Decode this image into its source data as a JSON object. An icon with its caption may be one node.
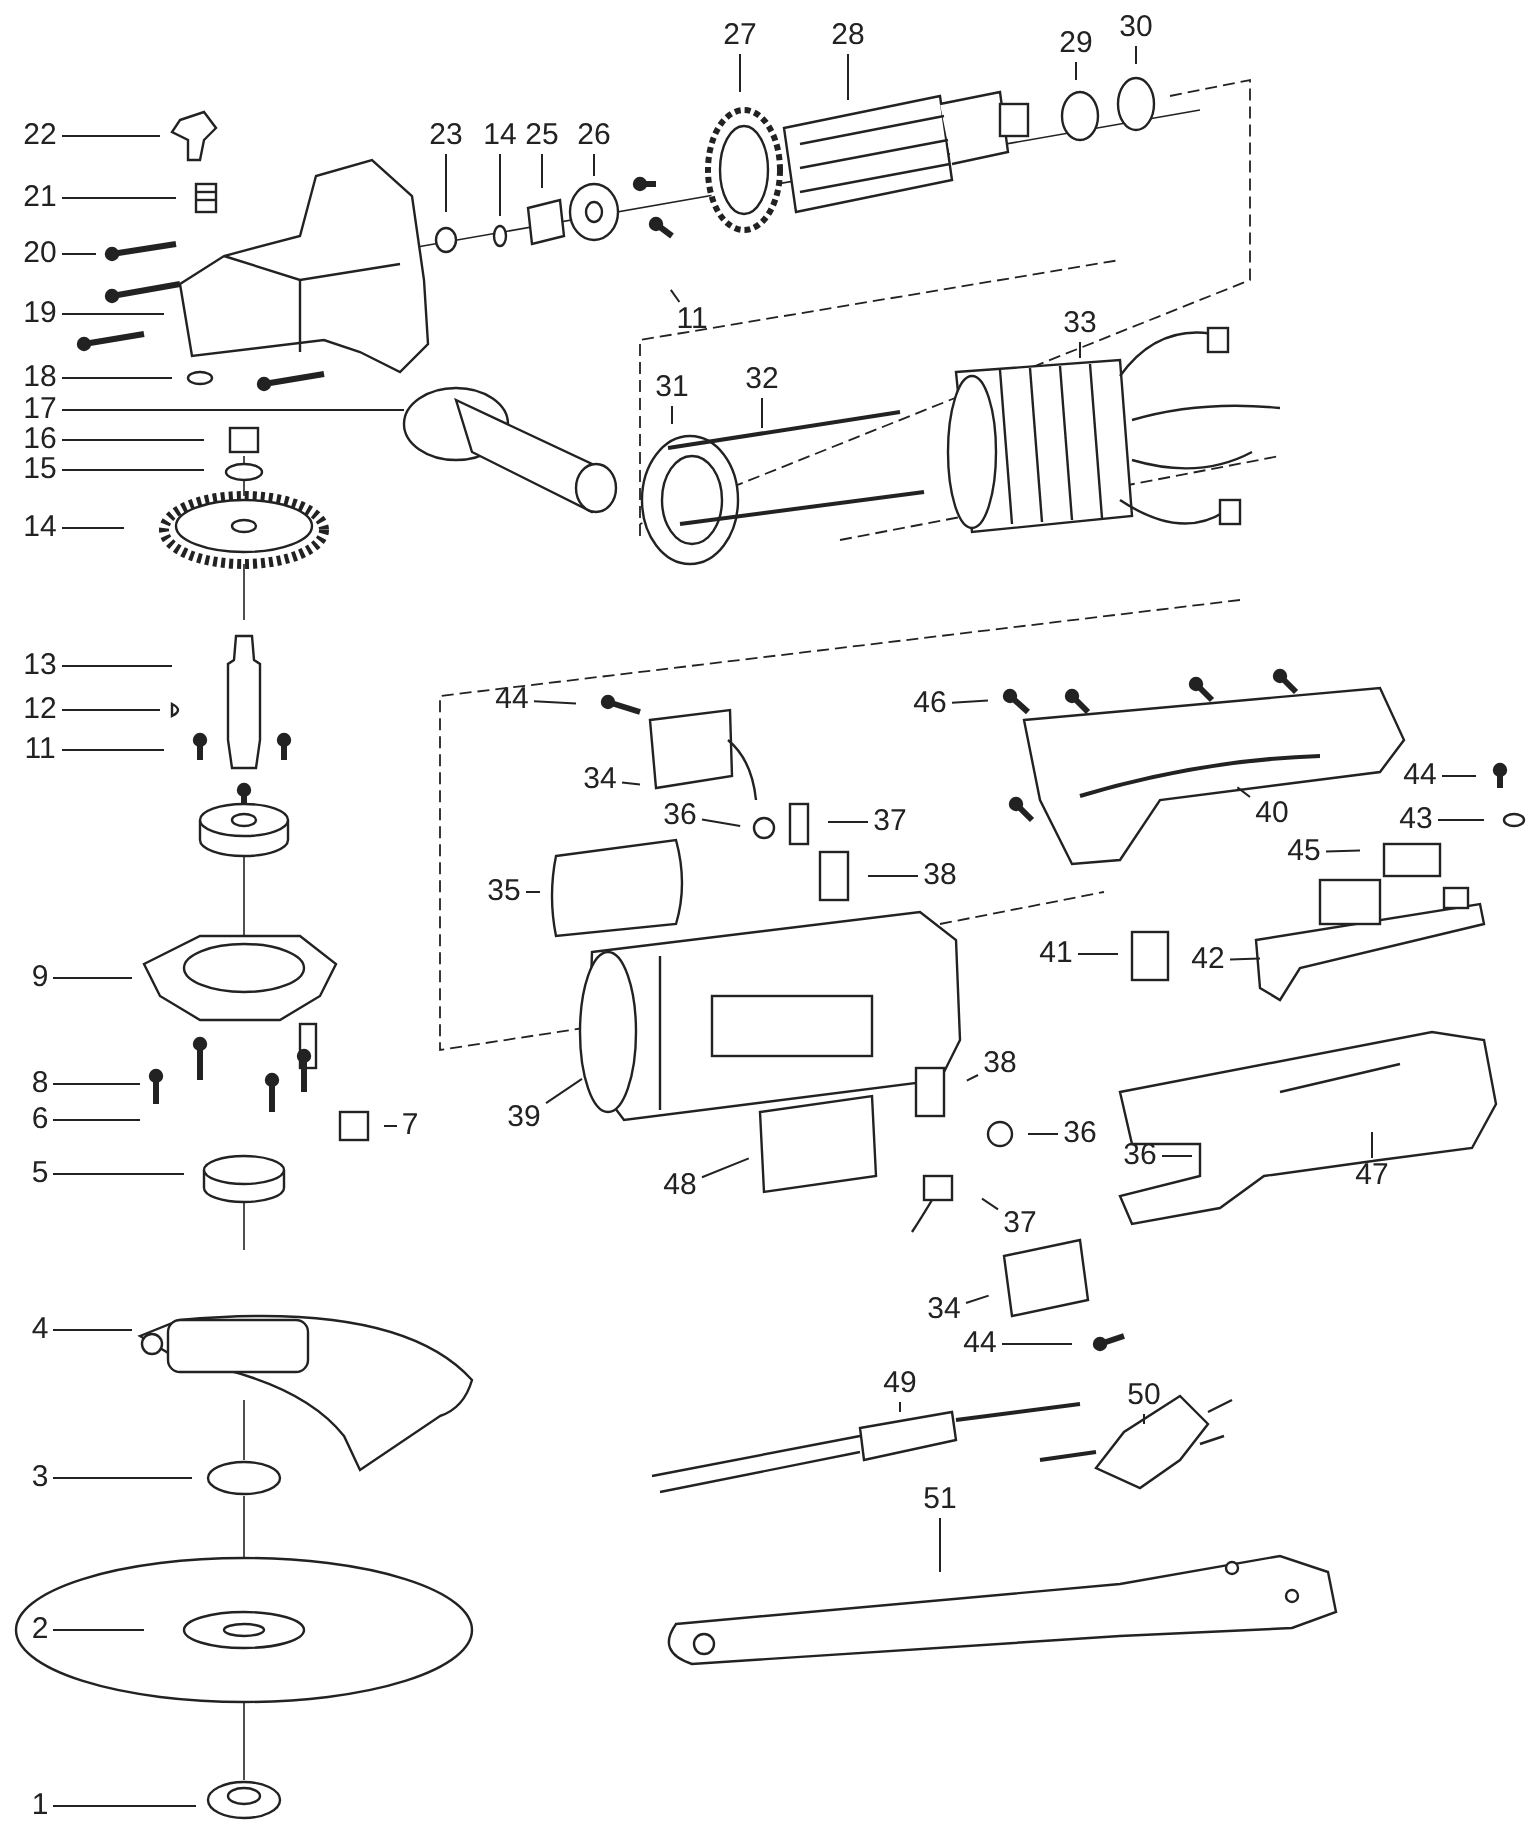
{
  "diagram": {
    "nodes": [
      {
        "text": [
          "27"
        ]
      },
      {
        "text": [
          "28"
        ]
      },
      {
        "text": [
          "29"
        ]
      },
      {
        "text": [
          "30"
        ]
      },
      {
        "text": [
          "22"
        ]
      },
      {
        "text": [
          "23"
        ]
      },
      {
        "text": [
          "14"
        ]
      },
      {
        "text": [
          "25"
        ]
      },
      {
        "text": [
          "26"
        ]
      },
      {
        "text": [
          "21"
        ]
      },
      {
        "text": [
          "20"
        ]
      },
      {
        "text": [
          "19"
        ]
      },
      {
        "text": [
          "11"
        ]
      },
      {
        "text": [
          "33"
        ]
      },
      {
        "text": [
          "18"
        ]
      },
      {
        "text": [
          "32"
        ]
      },
      {
        "text": [
          "17"
        ]
      },
      {
        "text": [
          "31"
        ]
      },
      {
        "text": [
          "16"
        ]
      },
      {
        "text": [
          "15"
        ]
      },
      {
        "text": [
          "14"
        ]
      },
      {
        "text": [
          "13"
        ]
      },
      {
        "text": [
          "12"
        ]
      },
      {
        "text": [
          "44"
        ]
      },
      {
        "text": [
          "46"
        ]
      },
      {
        "text": [
          "11"
        ]
      },
      {
        "text": [
          "34"
        ]
      },
      {
        "text": [
          "40"
        ]
      },
      {
        "text": [
          "44"
        ]
      },
      {
        "text": [
          "36"
        ]
      },
      {
        "text": [
          "37"
        ]
      },
      {
        "text": [
          "43"
        ]
      },
      {
        "text": [
          "45"
        ]
      },
      {
        "text": [
          "35"
        ]
      },
      {
        "text": [
          "38"
        ]
      },
      {
        "text": [
          "41"
        ]
      },
      {
        "text": [
          "42"
        ]
      },
      {
        "text": [
          "9"
        ]
      },
      {
        "text": [
          "39"
        ]
      },
      {
        "text": [
          "8"
        ]
      },
      {
        "text": [
          "38"
        ]
      },
      {
        "text": [
          "36"
        ]
      },
      {
        "text": [
          "6"
        ]
      },
      {
        "text": [
          "7"
        ]
      },
      {
        "text": [
          "36"
        ]
      },
      {
        "text": [
          "47"
        ]
      },
      {
        "text": [
          "5"
        ]
      },
      {
        "text": [
          "48"
        ]
      },
      {
        "text": [
          "37"
        ]
      },
      {
        "text": [
          "4"
        ]
      },
      {
        "text": [
          "34"
        ]
      },
      {
        "text": [
          "44"
        ]
      },
      {
        "text": [
          "49"
        ]
      },
      {
        "text": [
          "50"
        ]
      },
      {
        "text": [
          "3"
        ]
      },
      {
        "text": [
          "51"
        ]
      },
      {
        "text": [
          "2"
        ]
      },
      {
        "text": [
          "1"
        ]
      }
    ],
    "edges": [
      {
        "from": 0,
        "to": null,
        "arrow": "none"
      },
      {
        "from": 1,
        "to": null,
        "arrow": "none"
      },
      {
        "from": 2,
        "to": null,
        "arrow": "none"
      },
      {
        "from": 3,
        "to": null,
        "arrow": "none"
      },
      {
        "from": 4,
        "to": null,
        "arrow": "none"
      },
      {
        "from": 5,
        "to": null,
        "arrow": "none"
      },
      {
        "from": 6,
        "to": null,
        "arrow": "none"
      },
      {
        "from": 7,
        "to": null,
        "arrow": "none"
      },
      {
        "from": 8,
        "to": null,
        "arrow": "none"
      },
      {
        "from": 9,
        "to": null,
        "arrow": "none"
      },
      {
        "from": 10,
        "to": null,
        "arrow": "none"
      },
      {
        "from": 11,
        "to": null,
        "arrow": "none"
      },
      {
        "from": 12,
        "to": null,
        "arrow": "none"
      },
      {
        "from": 13,
        "to": null,
        "arrow": "none"
      },
      {
        "from": 14,
        "to": null,
        "arrow": "none"
      },
      {
        "from": 15,
        "to": null,
        "arrow": "none"
      },
      {
        "from": 16,
        "to": null,
        "arrow": "none"
      },
      {
        "from": 17,
        "to": null,
        "arrow": "none"
      },
      {
        "from": 18,
        "to": null,
        "arrow": "none"
      },
      {
        "from": 19,
        "to": null,
        "arrow": "none"
      },
      {
        "from": 20,
        "to": null,
        "arrow": "none"
      },
      {
        "from": 21,
        "to": null,
        "arrow": "none"
      },
      {
        "from": 22,
        "to": null,
        "arrow": "none"
      },
      {
        "from": 23,
        "to": null,
        "arrow": "none"
      },
      {
        "from": 24,
        "to": null,
        "arrow": "none"
      },
      {
        "from": 25,
        "to": null,
        "arrow": "none"
      },
      {
        "from": 26,
        "to": null,
        "arrow": "none"
      },
      {
        "from": 27,
        "to": null,
        "arrow": "none"
      },
      {
        "from": 28,
        "to": null,
        "arrow": "none"
      },
      {
        "from": 29,
        "to": null,
        "arrow": "none"
      },
      {
        "from": 30,
        "to": null,
        "arrow": "none"
      },
      {
        "from": 31,
        "to": null,
        "arrow": "none"
      },
      {
        "from": 32,
        "to": null,
        "arrow": "none"
      },
      {
        "from": 33,
        "to": null,
        "arrow": "none"
      },
      {
        "from": 34,
        "to": null,
        "arrow": "none"
      },
      {
        "from": 35,
        "to": null,
        "arrow": "none"
      },
      {
        "from": 36,
        "to": null,
        "arrow": "none"
      },
      {
        "from": 37,
        "to": null,
        "arrow": "none"
      },
      {
        "from": 38,
        "to": null,
        "arrow": "none"
      },
      {
        "from": 39,
        "to": null,
        "arrow": "none"
      },
      {
        "from": 40,
        "to": null,
        "arrow": "none"
      },
      {
        "from": 41,
        "to": null,
        "arrow": "none"
      },
      {
        "from": 42,
        "to": null,
        "arrow": "none"
      },
      {
        "from": 43,
        "to": null,
        "arrow": "none"
      },
      {
        "from": 44,
        "to": null,
        "arrow": "none"
      },
      {
        "from": 45,
        "to": null,
        "arrow": "none"
      },
      {
        "from": 46,
        "to": null,
        "arrow": "none"
      },
      {
        "from": 47,
        "to": null,
        "arrow": "none"
      },
      {
        "from": 48,
        "to": null,
        "arrow": "none"
      },
      {
        "from": 49,
        "to": null,
        "arrow": "none"
      },
      {
        "from": 50,
        "to": null,
        "arrow": "none"
      },
      {
        "from": 51,
        "to": null,
        "arrow": "none"
      },
      {
        "from": 52,
        "to": null,
        "arrow": "none"
      },
      {
        "from": 53,
        "to": null,
        "arrow": "none"
      },
      {
        "from": 54,
        "to": null,
        "arrow": "none"
      },
      {
        "from": 55,
        "to": null,
        "arrow": "none"
      },
      {
        "from": 56,
        "to": null,
        "arrow": "none"
      },
      {
        "from": 57,
        "to": null,
        "arrow": "none"
      }
    ]
  }
}
